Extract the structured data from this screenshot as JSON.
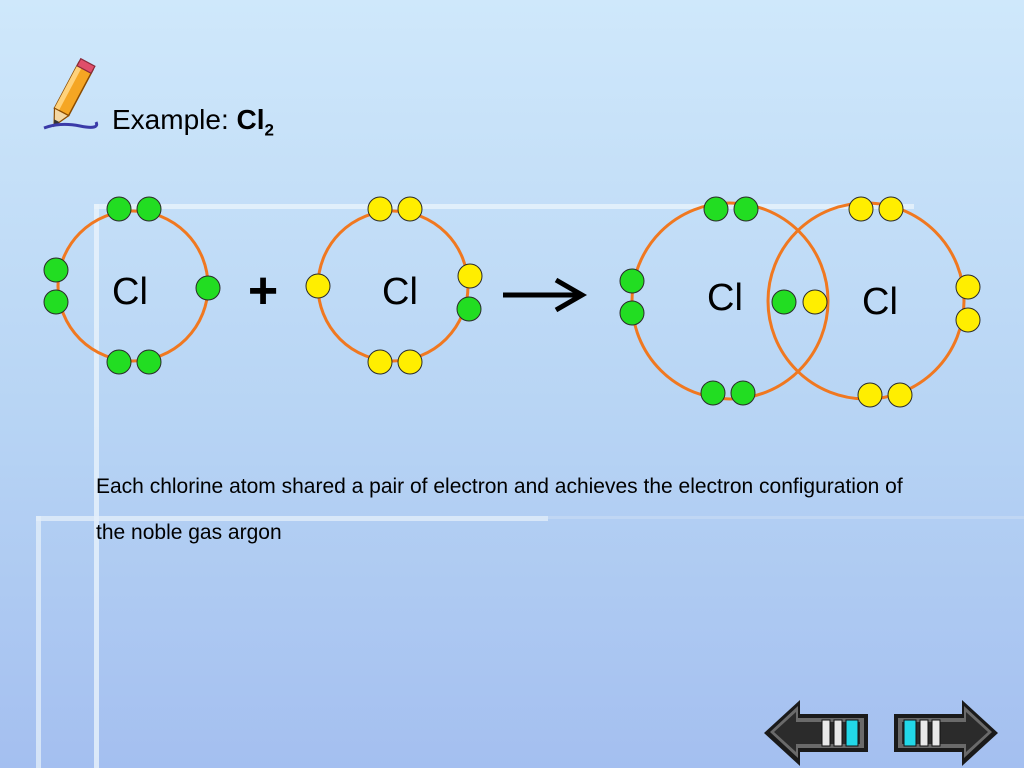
{
  "slide": {
    "example_label": "Example:",
    "formula_main": "Cl",
    "formula_sub": "2",
    "caption": "Each chlorine atom shared a pair of electron and achieves the electron configuration of the noble gas argon"
  },
  "diagram": {
    "atom_label": "Cl",
    "plus_symbol": "+",
    "colors": {
      "shell": "#f07820",
      "electron_atom_a": "#22dd22",
      "electron_atom_b": "#ffee00",
      "electron_stroke": "#2a2a2a"
    }
  },
  "icons": [
    "pencil-icon",
    "back-arrow-icon",
    "forward-arrow-icon"
  ]
}
